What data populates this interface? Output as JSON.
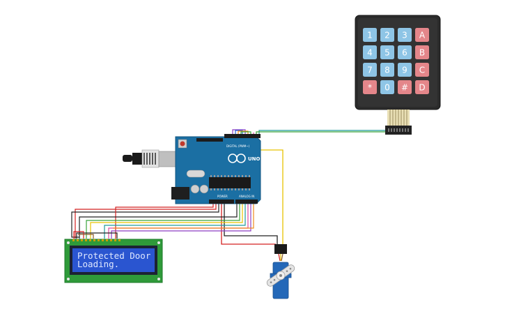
{
  "keypad": {
    "rows": [
      [
        "1",
        "2",
        "3",
        "A"
      ],
      [
        "4",
        "5",
        "6",
        "B"
      ],
      [
        "7",
        "8",
        "9",
        "C"
      ],
      [
        "*",
        "0",
        "#",
        "D"
      ]
    ],
    "key_colors": {
      "number": "#8ec5e6",
      "letter": "#e4868a"
    }
  },
  "board": {
    "name": "UNO",
    "color": "#1b6fa3"
  },
  "lcd": {
    "line1": "Protected Door",
    "line2": "Loading."
  },
  "wire_colors": {
    "red": "#d42020",
    "black": "#222222",
    "yellow": "#e8c200",
    "green": "#3aa33a",
    "orange": "#f08a1c",
    "purple": "#8e3fc4",
    "pink": "#e04aa0",
    "teal": "#1e9a9a",
    "blue": "#2a62d6",
    "brown": "#8a5a2b"
  }
}
